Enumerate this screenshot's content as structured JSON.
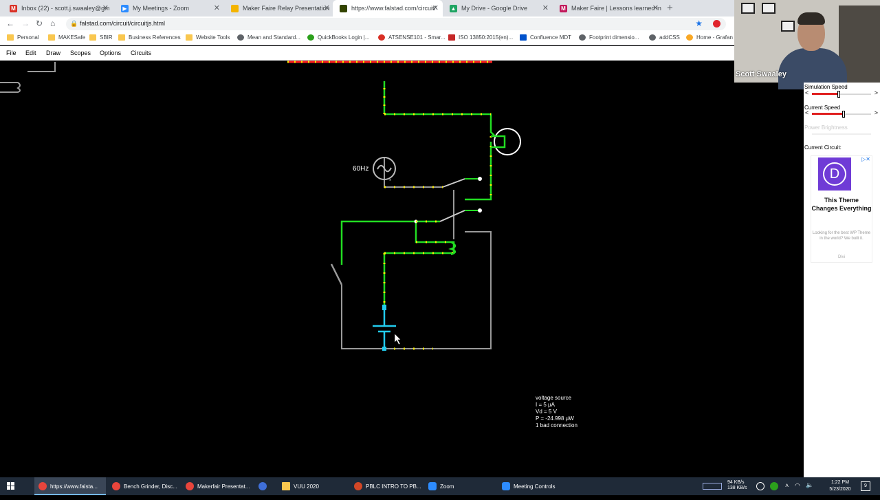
{
  "browser": {
    "tabs": [
      {
        "title": "Inbox (22) - scott.j.swaaley@gm",
        "icon": "gmail-icon",
        "color": "#d93025",
        "active": false
      },
      {
        "title": "My Meetings - Zoom",
        "icon": "zoom-icon",
        "color": "#2d8cff",
        "active": false
      },
      {
        "title": "Maker Faire Relay Presentation",
        "icon": "slides-icon",
        "color": "#f4b400",
        "active": false
      },
      {
        "title": "https://www.falstad.com/circuit/",
        "icon": "falstad-icon",
        "color": "#334400",
        "active": true
      },
      {
        "title": "My Drive - Google Drive",
        "icon": "drive-icon",
        "color": "#1fa463",
        "active": false
      },
      {
        "title": "Maker Faire | Lessons learned in",
        "icon": "maker-icon",
        "color": "#c2185b",
        "active": false
      }
    ],
    "url": "falstad.com/circuit/circuitjs.html",
    "bookmarks": [
      {
        "label": "Personal",
        "color": "#f9c74f"
      },
      {
        "label": "MAKESafe",
        "color": "#f9c74f"
      },
      {
        "label": "SBIR",
        "color": "#f9c74f"
      },
      {
        "label": "Business References",
        "color": "#f9c74f"
      },
      {
        "label": "Website Tools",
        "color": "#f9c74f"
      },
      {
        "label": "Mean and Standard...",
        "color": "#5f6368"
      },
      {
        "label": "QuickBooks Login |...",
        "color": "#2ca01c"
      },
      {
        "label": "ATSENSE101 - Smar...",
        "color": "#d93025"
      },
      {
        "label": "ISO 13850:2015(en)...",
        "color": "#c62828"
      },
      {
        "label": "Confluence MDT",
        "color": "#0052cc"
      },
      {
        "label": "Footprint dimensio...",
        "color": "#5f6368"
      },
      {
        "label": "addCSS",
        "color": "#5f6368"
      },
      {
        "label": "Home - Grafan",
        "color": "#f9a825"
      }
    ]
  },
  "app": {
    "menu": [
      "File",
      "Edit",
      "Draw",
      "Scopes",
      "Options",
      "Circuits"
    ]
  },
  "circuit": {
    "source_label": "60Hz",
    "info": [
      "voltage source",
      "I = 5 µA",
      "Vd = 5 V",
      "P = -24.998 µW",
      "1 bad connection"
    ]
  },
  "webcam": {
    "name": "Scott Swaaley"
  },
  "panel": {
    "sim_speed_label": "Simulation Speed",
    "sim_speed_value": 0.45,
    "current_speed_label": "Current Speed",
    "current_speed_value": 0.54,
    "power_brightness_label": "Power Brightness",
    "current_circuit_label": "Current Circuit:",
    "ad": {
      "logo_letter": "D",
      "headline": "This Theme Changes Everything",
      "sub": "Looking for the best WP Theme in the world? We built it.",
      "cta": "Divi"
    }
  },
  "taskbar": {
    "items": [
      {
        "label": "https://www.falsta...",
        "color": "#e8453c",
        "active": true
      },
      {
        "label": "Bench Grinder, Disc...",
        "color": "#e8453c",
        "active": false
      },
      {
        "label": "Makerfair Presentat...",
        "color": "#e8453c",
        "active": false
      },
      {
        "label": "",
        "color": "#3f6fd8",
        "active": false
      },
      {
        "label": "VUU 2020",
        "color": "#f9c74f",
        "active": false
      },
      {
        "label": "PBLC INTRO TO PB...",
        "color": "#d24726",
        "active": false
      },
      {
        "label": "Zoom",
        "color": "#2d8cff",
        "active": false
      },
      {
        "label": "Meeting Controls",
        "color": "#2d8cff",
        "active": false
      }
    ],
    "net_up": "94 KB/s",
    "net_down": "138 KB/s",
    "time": "1:22 PM",
    "date": "5/23/2020",
    "notifications": "9"
  }
}
